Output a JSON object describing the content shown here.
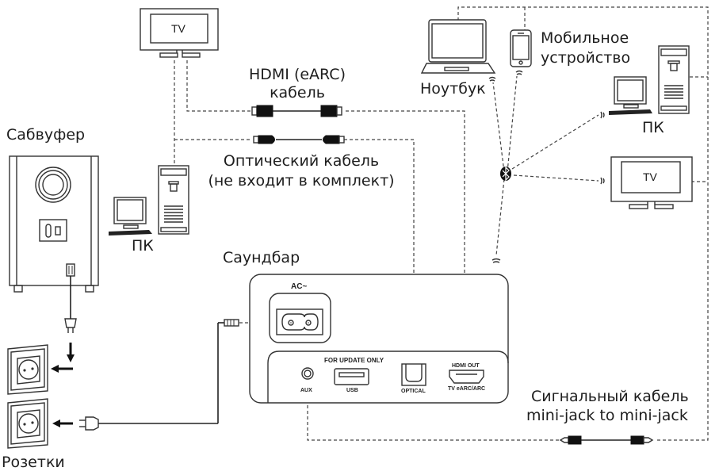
{
  "diagram": {
    "type": "connection-diagram",
    "labels": {
      "subwoofer": "Сабвуфер",
      "sockets": "Розетки",
      "pc_left": "ПК",
      "pc_right": "ПК",
      "soundbar": "Саундбар",
      "laptop": "Ноутбук",
      "mobile_line1": "Мобильное",
      "mobile_line2": "устройство",
      "hdmi_line1": "HDMI (eARC)",
      "hdmi_line2": "кабель",
      "optical_line1": "Оптический кабель",
      "optical_line2": "(не входит в комплект)",
      "signal_line1": "Сигнальный кабель",
      "signal_line2": "mini-jack to mini-jack",
      "tv_top": "TV",
      "tv_right": "TV"
    },
    "soundbar_panel": {
      "ac_label": "AC~",
      "for_update_only": "FOR UPDATE ONLY",
      "ports": [
        "AUX",
        "USB",
        "OPTICAL",
        "HDMI OUT"
      ],
      "hdmi_sublabel": "TV eARC/ARC"
    },
    "icons": [
      "tv-icon",
      "laptop-icon",
      "mobile-phone-icon",
      "pc-icon",
      "bluetooth-icon",
      "subwoofer-icon",
      "wall-socket-icon",
      "power-plug-icon",
      "hdmi-cable-icon",
      "optical-cable-icon",
      "minijack-cable-icon",
      "wireless-signal-icon"
    ]
  }
}
